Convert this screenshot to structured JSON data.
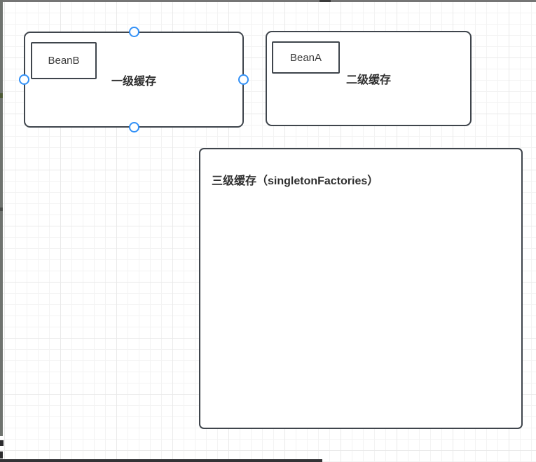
{
  "diagram": {
    "boxes": [
      {
        "id": "level1-cache",
        "label": "一级缓存",
        "bean": "BeanB"
      },
      {
        "id": "level2-cache",
        "label": "二级缓存",
        "bean": "BeanA"
      },
      {
        "id": "level3-cache",
        "label": "三级缓存（singletonFactories）"
      }
    ],
    "selection": {
      "handles": [
        "top",
        "bottom",
        "left",
        "right"
      ],
      "attached_to": "level1-cache"
    }
  },
  "colors": {
    "shape_border": "#3f454c",
    "handle_blue": "#3190f7",
    "grid_line": "#e9e9e9",
    "canvas_bg": "#ffffff",
    "label_text": "#2f2f2f"
  }
}
